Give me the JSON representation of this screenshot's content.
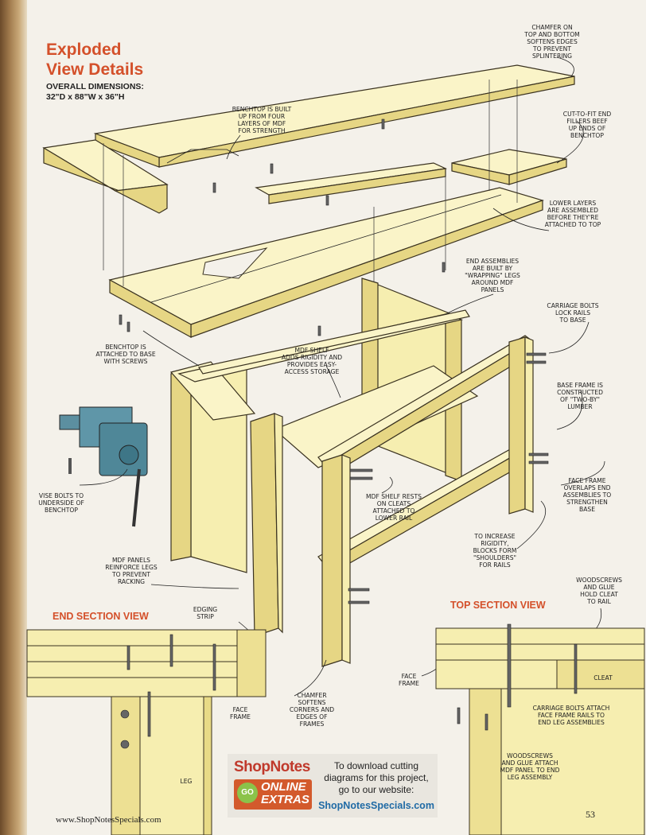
{
  "title": {
    "line1": "Exploded",
    "line2": "View Details"
  },
  "dimensions": {
    "heading": "OVERALL DIMENSIONS:",
    "value": "32\"D x 88\"W x 36\"H"
  },
  "callouts": {
    "chamfer_top": "CHAMFER ON\nTOP AND BOTTOM\nSOFTENS EDGES\nTO PREVENT\nSPLINTERING",
    "benchtop_built": "BENCHTOP IS BUILT\nUP FROM FOUR\nLAYERS OF MDF\nFOR STRENGTH",
    "cut_to_fit": "CUT-TO-FIT END\nFILLERS BEEF\nUP ENDS OF\nBENCHTOP",
    "lower_layers": "LOWER LAYERS\nARE ASSEMBLED\nBEFORE THEY'RE\nATTACHED TO TOP",
    "end_assemblies": "END ASSEMBLIES\nARE BUILT BY\n\"WRAPPING\" LEGS\nAROUND MDF\nPANELS",
    "carriage_bolts": "CARRIAGE BOLTS\nLOCK RAILS\nTO BASE",
    "benchtop_attached": "BENCHTOP IS\nATTACHED TO BASE\nWITH SCREWS",
    "mdf_shelf_adds": "MDF SHELF\nADDS RIGIDITY AND\nPROVIDES EASY-\nACCESS STORAGE",
    "base_frame": "BASE FRAME IS\nCONSTRUCTED\nOF \"TWO-BY\"\nLUMBER",
    "vise_bolts": "VISE BOLTS TO\nUNDERSIDE OF\nBENCHTOP",
    "mdf_shelf_rests": "MDF SHELF RESTS\nON CLEATS\nATTACHED TO\nLOWER RAIL",
    "face_frame_overlaps": "FACE FRAME\nOVERLAPS END\nASSEMBLIES TO\nSTRENGTHEN\nBASE",
    "to_increase": "TO INCREASE\nRIGIDITY,\nBLOCKS FORM\n\"SHOULDERS\"\nFOR RAILS",
    "mdf_panels": "MDF PANELS\nREINFORCE LEGS\nTO PREVENT\nRACKING",
    "edging_strip": "EDGING\nSTRIP",
    "woodscrews_cleat": "WOODSCREWS\nAND GLUE\nHOLD CLEAT\nTO RAIL",
    "face_frame_end": "FACE\nFRAME",
    "leg": "LEG",
    "chamfer_softens": "CHAMFER\nSOFTENS\nCORNERS AND\nEDGES OF\nFRAMES",
    "face_frame_top": "FACE\nFRAME",
    "cleat": "CLEAT",
    "carriage_attach": "CARRIAGE BOLTS ATTACH\nFACE FRAME RAILS TO\nEND LEG ASSEMBLIES",
    "woodscrews_mdf": "WOODSCREWS\nAND GLUE ATTACH\nMDF PANEL TO END\nLEG ASSEMBLY"
  },
  "sections": {
    "end": "END SECTION VIEW",
    "top": "TOP SECTION VIEW"
  },
  "promo": {
    "brand": "ShopNotes",
    "badge": "GO",
    "extras": "ONLINE\nEXTRAS",
    "text": "To download cutting\ndiagrams for this project,\ngo to our website:",
    "url": "ShopNotesSpecials.com"
  },
  "footer": {
    "url": "www.ShopNotesSpecials.com",
    "page": "53"
  },
  "colors": {
    "accent": "#d4502a",
    "wood": "#f3e9a6",
    "wood_dark": "#e3d47c",
    "link": "#1f6aa5"
  }
}
